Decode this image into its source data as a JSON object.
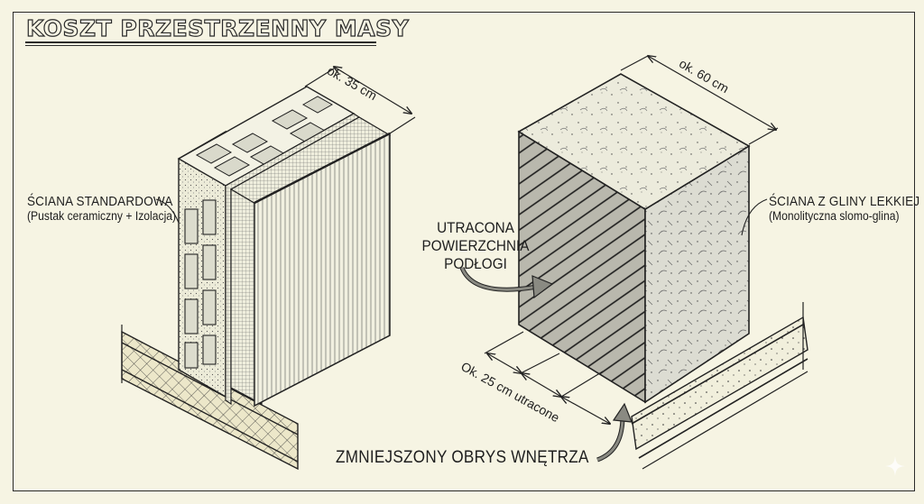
{
  "title": "KOSZT PRZESTRZENNY MASY",
  "left_wall": {
    "label": "ŚCIANA STANDARDOWA",
    "sublabel": "(Pustak ceramiczny + Izolacja)",
    "dimension": "ok. 35 cm"
  },
  "right_wall": {
    "label": "ŚCIANA Z GLINY LEKKIEJ",
    "sublabel": "(Monolityczna slomo-glina)",
    "dimension": "ok. 60 cm"
  },
  "lost_floor": {
    "line1": "UTRACONA",
    "line2": "POWIERZCHNIA",
    "line3": "PODŁOGI"
  },
  "lost_dimension": "Ok. 25 cm utracone",
  "bottom_caption": "ZMNIEJSZONY OBRYS WNĘTRZA",
  "colors": {
    "paper": "#f6f4e3",
    "ink": "#1e1e1e",
    "shade": "#9a9a92"
  }
}
